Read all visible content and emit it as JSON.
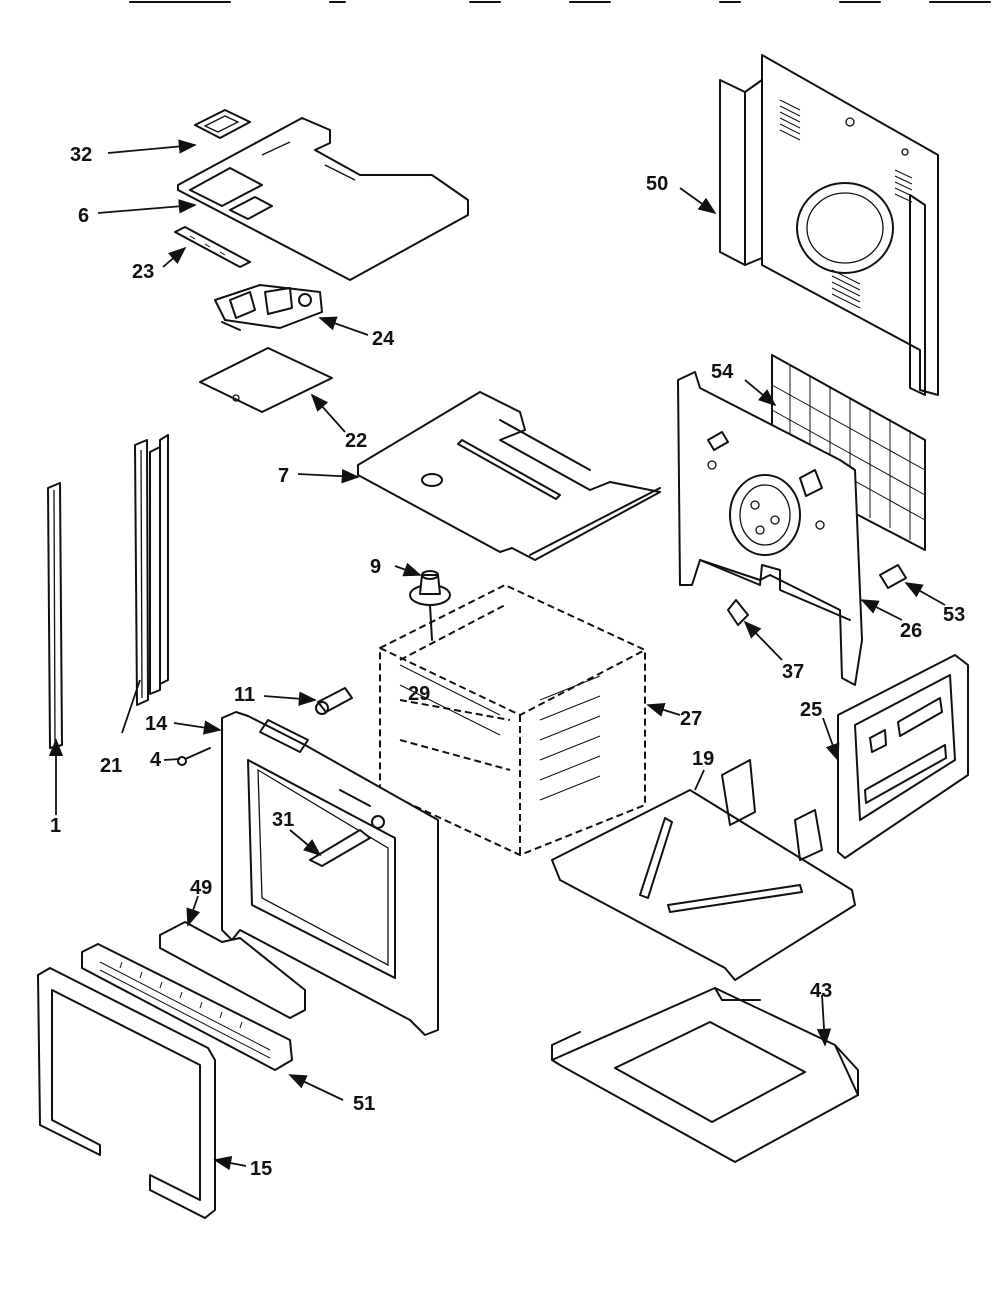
{
  "labels": {
    "p1": "1",
    "p4": "4",
    "p6": "6",
    "p7": "7",
    "p9": "9",
    "p11": "11",
    "p14": "14",
    "p15": "15",
    "p19": "19",
    "p21": "21",
    "p22": "22",
    "p23": "23",
    "p24": "24",
    "p25": "25",
    "p26": "26",
    "p27": "27",
    "p29": "29",
    "p31": "31",
    "p32": "32",
    "p37": "37",
    "p43": "43",
    "p49": "49",
    "p50": "50",
    "p51": "51",
    "p53": "53",
    "p54": "54"
  },
  "colors": {
    "ink": "#111111",
    "paper": "#ffffff"
  }
}
